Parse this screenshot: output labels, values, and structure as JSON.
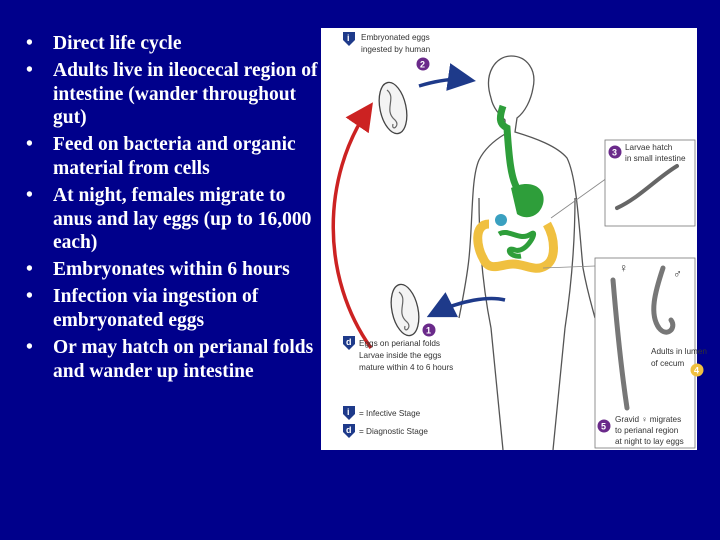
{
  "bullets": [
    "Direct life cycle",
    "Adults live in ileocecal region of intestine (wander throughout gut)",
    "Feed on bacteria and organic material from cells",
    "At night, females migrate to anus and lay eggs (up to 16,000 each)",
    "Embryonates within 6 hours",
    "Infection via ingestion of embryonated eggs",
    "Or may hatch on perianal folds and wander up intestine"
  ],
  "bullet_glyph": "•",
  "figure": {
    "step1": {
      "badge": "i",
      "line1": "Embryonated eggs",
      "line2": "ingested by human"
    },
    "step2": {
      "number": "2"
    },
    "step3": {
      "number": "3",
      "line1": "Larvae hatch",
      "line2": "in small intestine"
    },
    "step4": {
      "number": "4",
      "female_symbol": "♀",
      "male_symbol": "♂",
      "line1": "Adults in lumen",
      "line2": "of cecum"
    },
    "step5": {
      "number": "5",
      "line1": "Gravid ♀ migrates",
      "line2": "to perianal region",
      "line3": "at night to lay eggs"
    },
    "step_d": {
      "badge": "d",
      "number": "1",
      "line1": "Eggs on perianal folds",
      "line2": "Larvae inside the eggs",
      "line3": "mature within 4 to 6 hours"
    },
    "legend": {
      "infective": {
        "badge": "i",
        "label": "= Infective Stage"
      },
      "diagnostic": {
        "badge": "d",
        "label": "= Diagnostic Stage"
      }
    },
    "colors": {
      "badge": "#1e3a8a",
      "cycle_arrow": "#cc2222",
      "blue_arrow": "#1e3a8a",
      "gut": "#2e9e3a",
      "colon": "#f0c040"
    }
  }
}
